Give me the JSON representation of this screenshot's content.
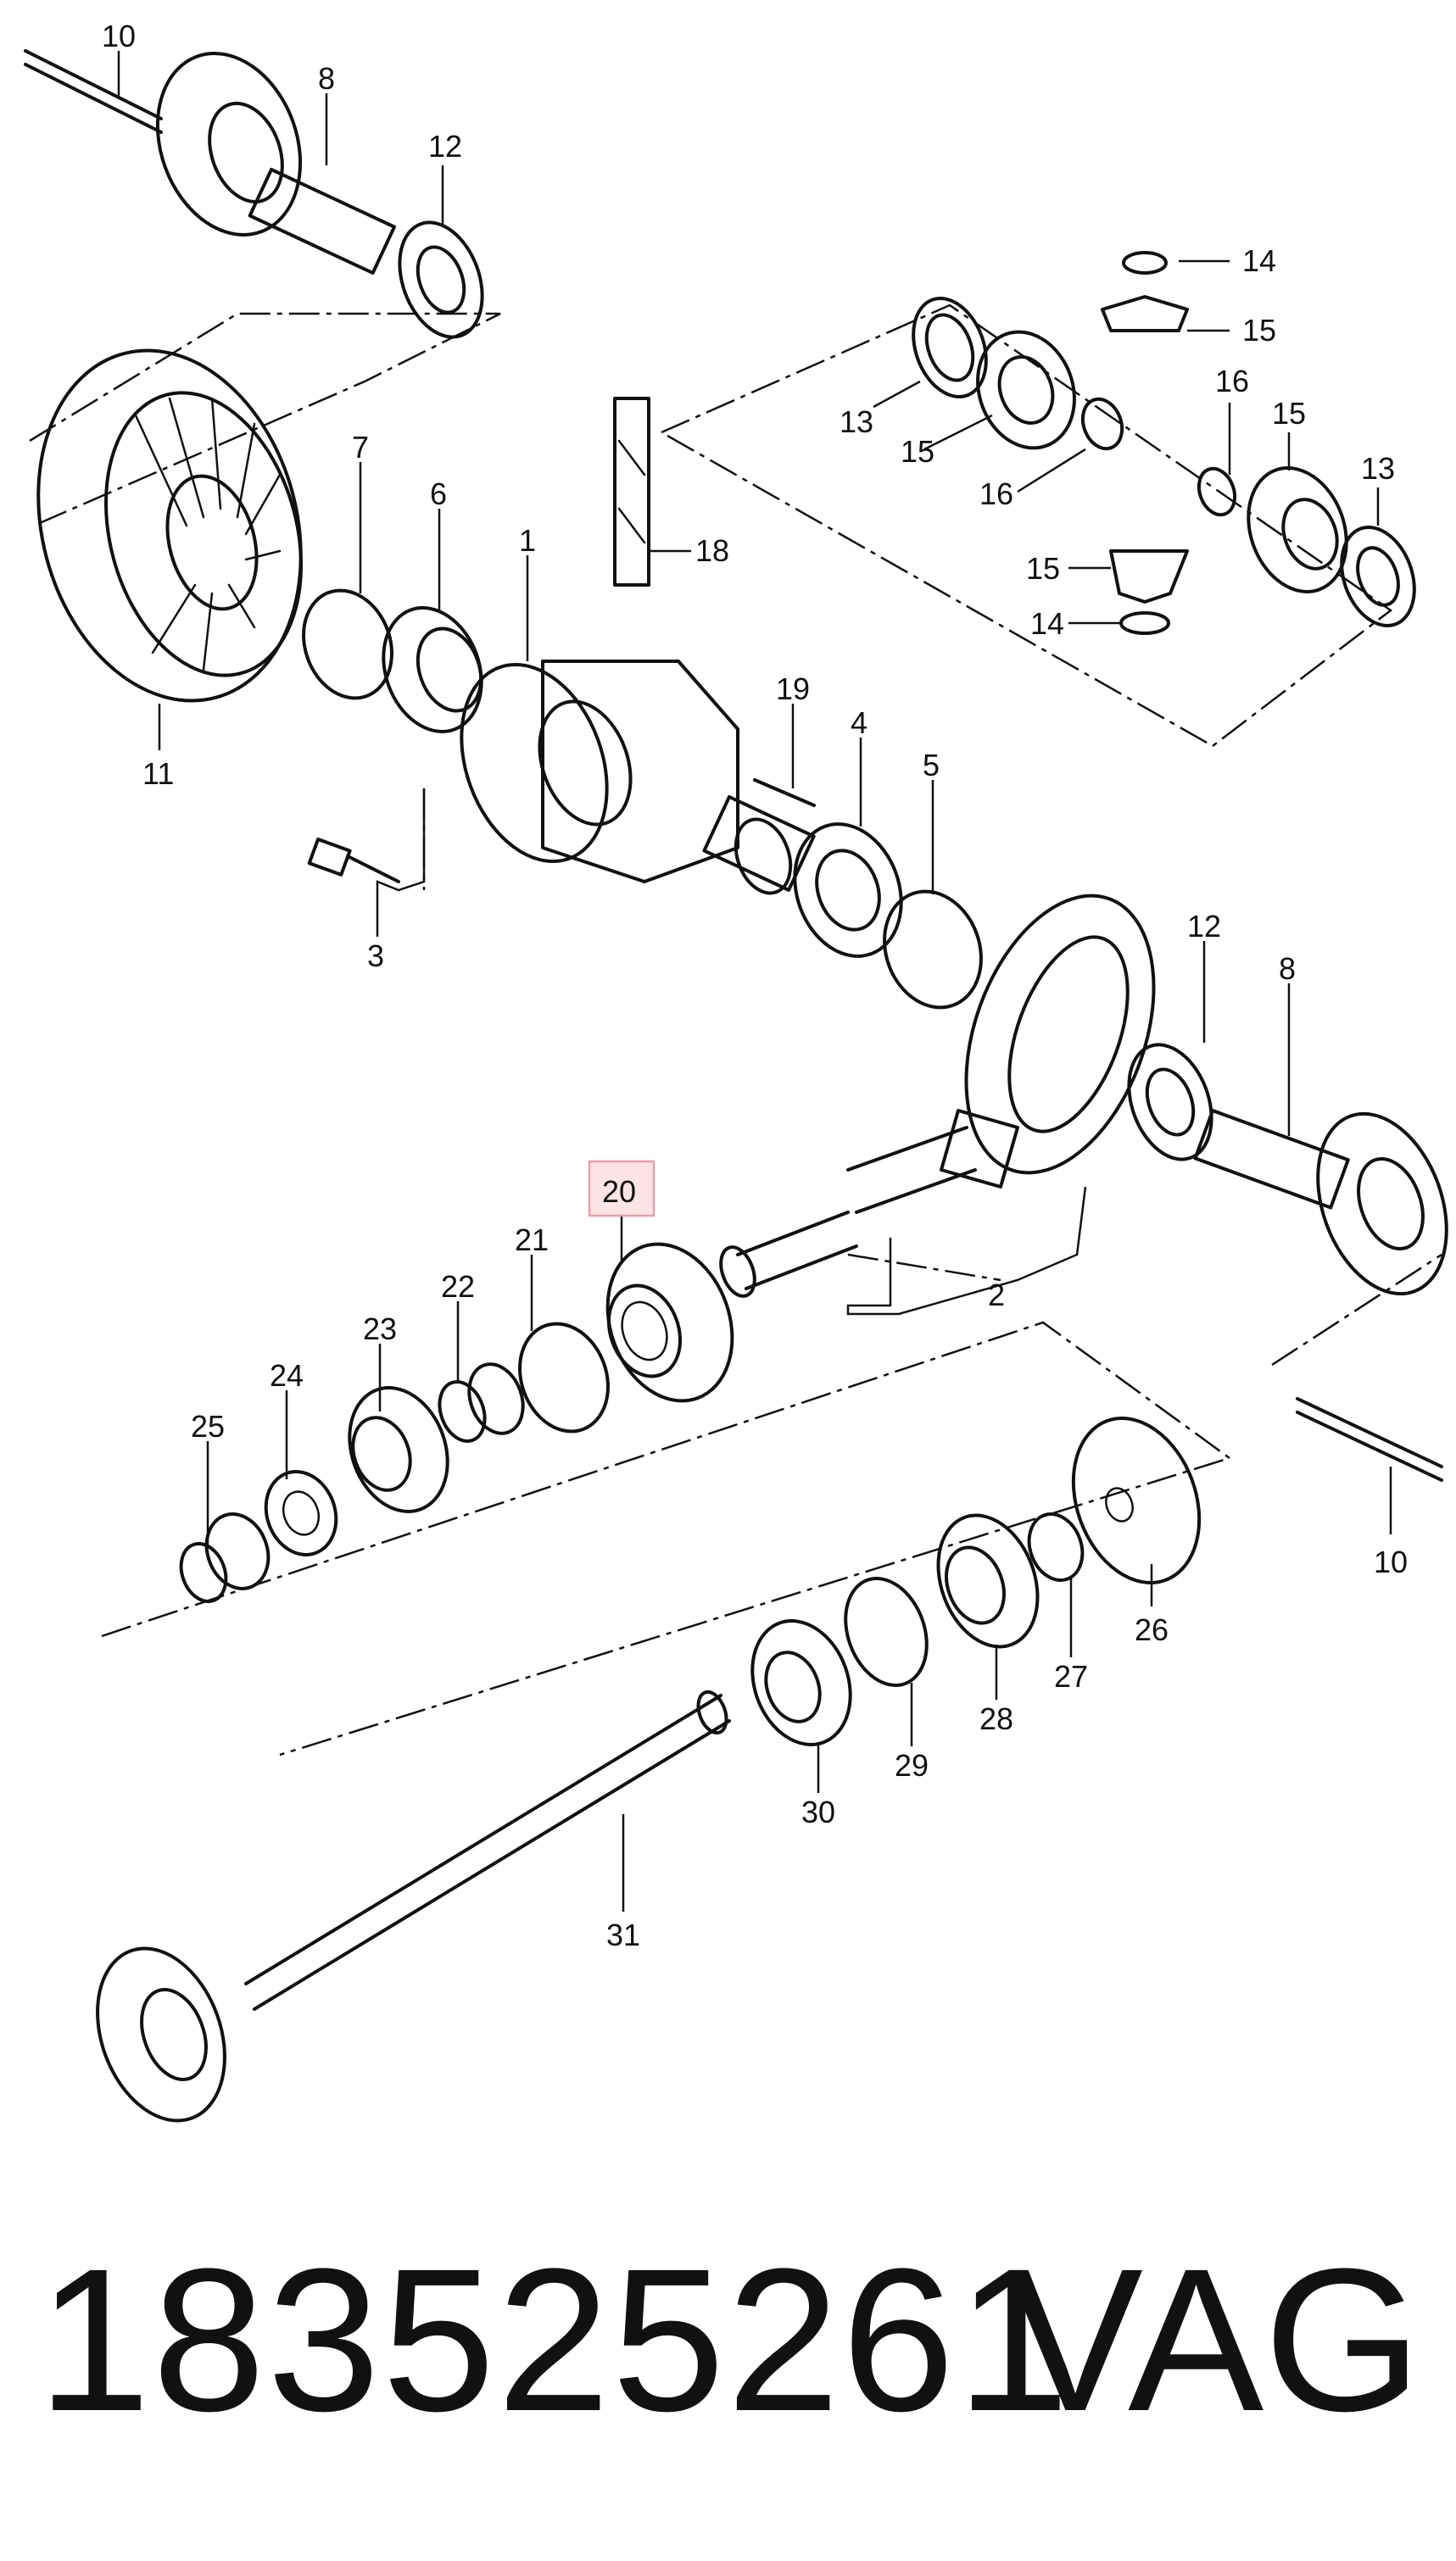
{
  "footer": {
    "part_number": "183525261",
    "brand": "VAG"
  },
  "highlight": {
    "color": "#e8a0a8",
    "fill": "#fbe3e6"
  },
  "callouts": [
    {
      "id": "10",
      "label": "10"
    },
    {
      "id": "8",
      "label": "8"
    },
    {
      "id": "12",
      "label": "12"
    },
    {
      "id": "14",
      "label": "14"
    },
    {
      "id": "15",
      "label": "15"
    },
    {
      "id": "13",
      "label": "13"
    },
    {
      "id": "16",
      "label": "16"
    },
    {
      "id": "7",
      "label": "7"
    },
    {
      "id": "6",
      "label": "6"
    },
    {
      "id": "1",
      "label": "1"
    },
    {
      "id": "18",
      "label": "18"
    },
    {
      "id": "11",
      "label": "11"
    },
    {
      "id": "19",
      "label": "19"
    },
    {
      "id": "4",
      "label": "4"
    },
    {
      "id": "5",
      "label": "5"
    },
    {
      "id": "3",
      "label": "3"
    },
    {
      "id": "20",
      "label": "20"
    },
    {
      "id": "2",
      "label": "2"
    },
    {
      "id": "21",
      "label": "21"
    },
    {
      "id": "22",
      "label": "22"
    },
    {
      "id": "23",
      "label": "23"
    },
    {
      "id": "24",
      "label": "24"
    },
    {
      "id": "25",
      "label": "25"
    },
    {
      "id": "26",
      "label": "26"
    },
    {
      "id": "27",
      "label": "27"
    },
    {
      "id": "28",
      "label": "28"
    },
    {
      "id": "29",
      "label": "29"
    },
    {
      "id": "30",
      "label": "30"
    },
    {
      "id": "31",
      "label": "31"
    }
  ]
}
